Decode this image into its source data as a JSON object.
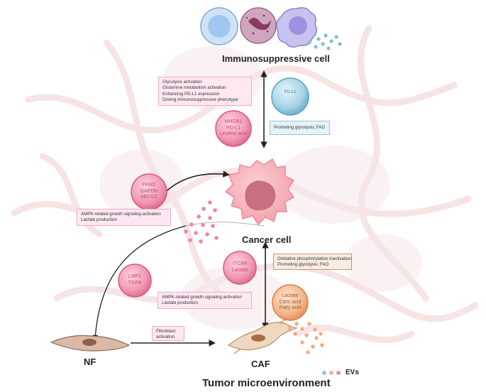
{
  "labels": {
    "immunosuppressive_cell": "Immunosuppressive cell",
    "cancer_cell": "Cancer cell",
    "nf": "NF",
    "caf": "CAF",
    "tumor_microenvironment": "Tumor microenvironment",
    "evs": "EVs"
  },
  "boxes": {
    "glycolysis_box": [
      "Glycolysis activation",
      "Glutamine metabolism activation",
      "Enhancing PD-L1 expression",
      "Driving immunosuppressive phenotype"
    ],
    "promoting_glycolysis_box": [
      "Promoting glycolysis; FAO"
    ],
    "ampk_lactate_top": [
      "AMPK-related growth signaling activation",
      "Lactate production"
    ],
    "oxidative_box": [
      "Oxidative phosphorylation inactivation",
      "Promoting glycolysis; FAO"
    ],
    "ampk_lactate_bottom": [
      "AMPK-related growth signaling activation",
      "Lactate production"
    ],
    "fibroblast_activation": [
      "Fibroblast",
      "activation"
    ]
  },
  "vesicles": {
    "pdl1": [
      "PD-L1"
    ],
    "hmgb1": [
      "HMGB1",
      "PD-L1",
      "Linoleic acid"
    ],
    "pkm2": [
      "PKM2",
      "GAPDH",
      "ABCG2"
    ],
    "itcb4": [
      "ITCB4",
      "Lactate"
    ],
    "lmp1": [
      "LMP1",
      "TGFB"
    ],
    "lactate_cargo": [
      "Lactate",
      "Citric acid",
      "Fatty acid"
    ]
  },
  "colors": {
    "pink_vesicle": "#ef8aa9",
    "blue_vesicle": "#8cc7dc",
    "orange_vesicle": "#f0b48a",
    "pink_box_fill": "#fde8f1",
    "blue_box_fill": "#e4f3f8",
    "tan_box_fill": "#f8ece0"
  }
}
